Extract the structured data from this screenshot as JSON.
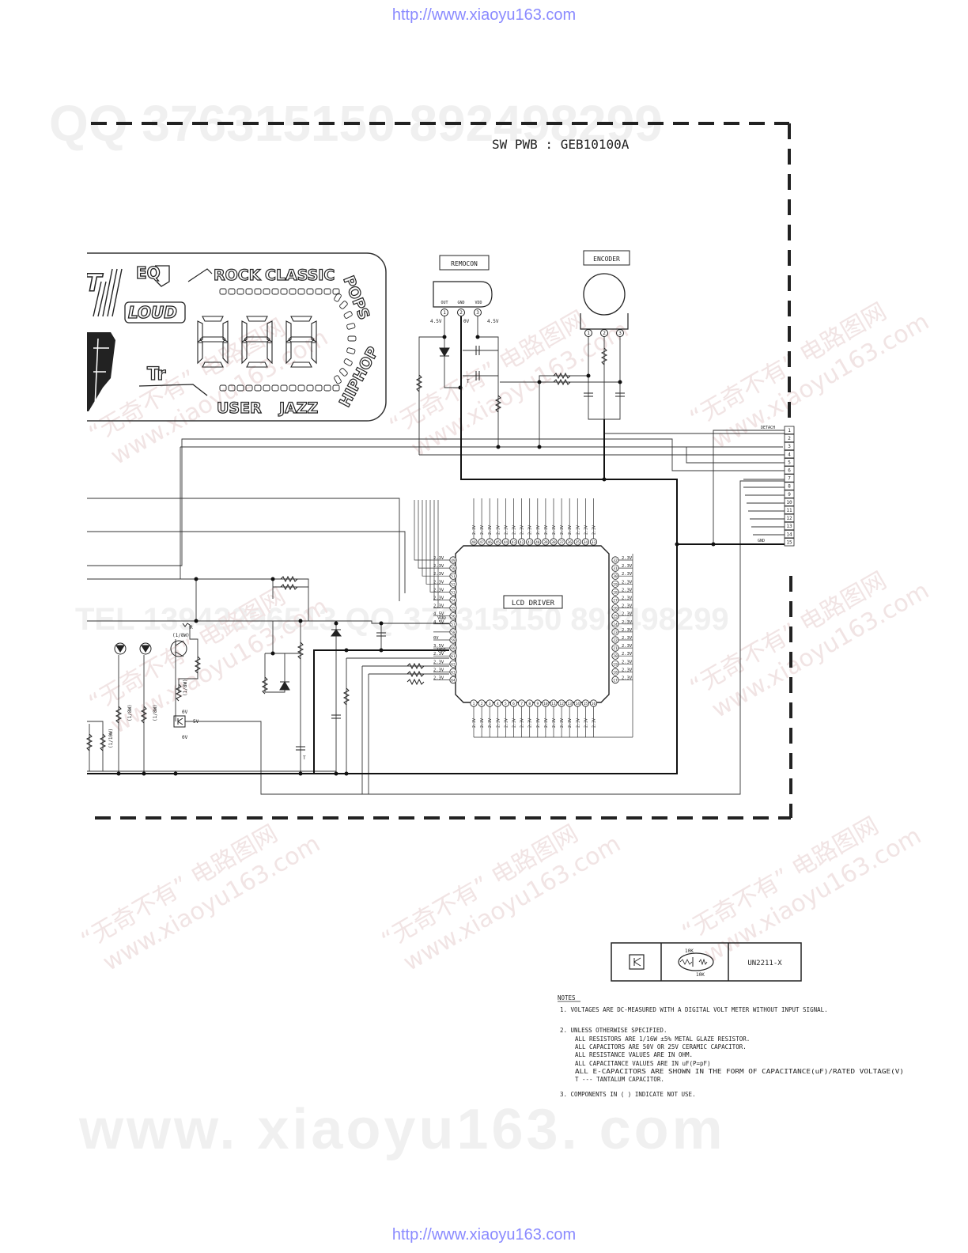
{
  "header": {
    "url": "http://www.xiaoyu163.com"
  },
  "footer": {
    "url": "http://www.xiaoyu163.com"
  },
  "board": {
    "title": "SW PWB : GEB10100A"
  },
  "watermarks": {
    "qq": "QQ 376315150  892498299",
    "tel": "TEL 13942296513  QQ 376315150  892498299",
    "site": "www. xiaoyu163. com",
    "cn_phrase": "“无奇不有” 电路图网",
    "cn_site": "www.xiaoyu163.com"
  },
  "display": {
    "segments": [
      "EQ",
      "LOUD",
      "Tr",
      "ROCK",
      "CLASSIC",
      "POPS",
      "HIPHOP",
      "USER",
      "JAZZ"
    ],
    "partial_left": "T"
  },
  "blocks": {
    "remocon": "REMOCON",
    "encoder": "ENCODER",
    "lcd_driver": "LCD DRIVER"
  },
  "remocon_pins": {
    "labels": [
      "OUT",
      "GND",
      "VDD"
    ],
    "numbers": [
      "1",
      "2",
      "3"
    ],
    "voltages": [
      "4.5V",
      "0V",
      "4.5V"
    ]
  },
  "encoder_pins": [
    "1",
    "2",
    "3"
  ],
  "connector": {
    "pins": [
      "1",
      "2",
      "3",
      "4",
      "5",
      "6",
      "7",
      "8",
      "9",
      "10",
      "11",
      "12",
      "13",
      "14",
      "15"
    ],
    "label_detach": "DETACH",
    "label_gnd": "GND"
  },
  "lcd": {
    "top_pins": [
      "48",
      "47",
      "46",
      "45",
      "44",
      "43",
      "42",
      "41",
      "40",
      "39",
      "38",
      "37",
      "36",
      "35",
      "34",
      "33"
    ],
    "bottom_pins": [
      "1",
      "2",
      "3",
      "4",
      "5",
      "6",
      "7",
      "8",
      "9",
      "10",
      "11",
      "12",
      "13",
      "14",
      "15",
      "16"
    ],
    "left_pins": [
      "49",
      "50",
      "51",
      "52",
      "53",
      "54",
      "55",
      "56",
      "57",
      "58",
      "59",
      "60",
      "61",
      "62",
      "63",
      "64"
    ],
    "right_pins": [
      "32",
      "31",
      "30",
      "29",
      "28",
      "27",
      "26",
      "25",
      "24",
      "23",
      "22",
      "21",
      "20",
      "19",
      "18",
      "17"
    ],
    "left_volts": [
      "2.3V",
      "2.3V",
      "2.3V",
      "2.3V",
      "2.3V",
      "2.3V",
      "2.3V",
      "4.5V",
      "4.5V",
      "",
      "0V",
      "3.5V",
      "2.3V",
      "2.3V",
      "2.3V",
      "2.3V"
    ],
    "pin_volt": "2.3V",
    "vdd": "VDD",
    "vss": "VSS"
  },
  "small_labels": {
    "res_18w": "(1/8W)",
    "res_110w": "(1/10W)",
    "v5": "5V",
    "v0": "0V",
    "cap_t": "T",
    "r_marker": "R"
  },
  "legend": {
    "part": "UN2211-X",
    "r_top": "10K",
    "r_bottom": "10K"
  },
  "notes": {
    "heading": "NOTES",
    "n1": "1.  VOLTAGES ARE DC-MEASURED WITH A DIGITAL VOLT METER WITHOUT INPUT SIGNAL.",
    "n2_title": "2.  UNLESS OTHERWISE SPECIFIED.",
    "n2_items": [
      "ALL RESISTORS ARE 1/16W ±5% METAL GLAZE RESISTOR.",
      "ALL CAPACITORS ARE 50V OR 25V CERAMIC CAPACITOR.",
      "ALL RESISTANCE VALUES ARE IN OHM.",
      "ALL CAPACITANCE VALUES ARE IN uF(P=pF)",
      "ALL E-CAPACITORS ARE SHOWN IN THE FORM OF CAPACITANCE(uF)/RATED VOLTAGE(V)",
      "T --- TANTALUM CAPACITOR."
    ],
    "n3": "3.  COMPONENTS IN (   ) INDICATE NOT USE."
  }
}
